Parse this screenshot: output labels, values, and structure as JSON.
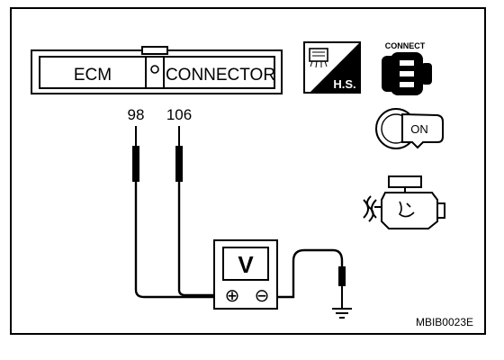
{
  "diagram": {
    "connector": {
      "left_label": "ECM",
      "right_label": "CONNECTOR"
    },
    "terminals": [
      "98",
      "106"
    ],
    "meter": {
      "symbol": "V",
      "positive": "⊕",
      "negative": "⊖"
    },
    "icons": {
      "hs_label": "H.S.",
      "connect_label": "CONNECT",
      "ignition_label": "ON"
    },
    "figure_code": "MBIB0023E"
  }
}
